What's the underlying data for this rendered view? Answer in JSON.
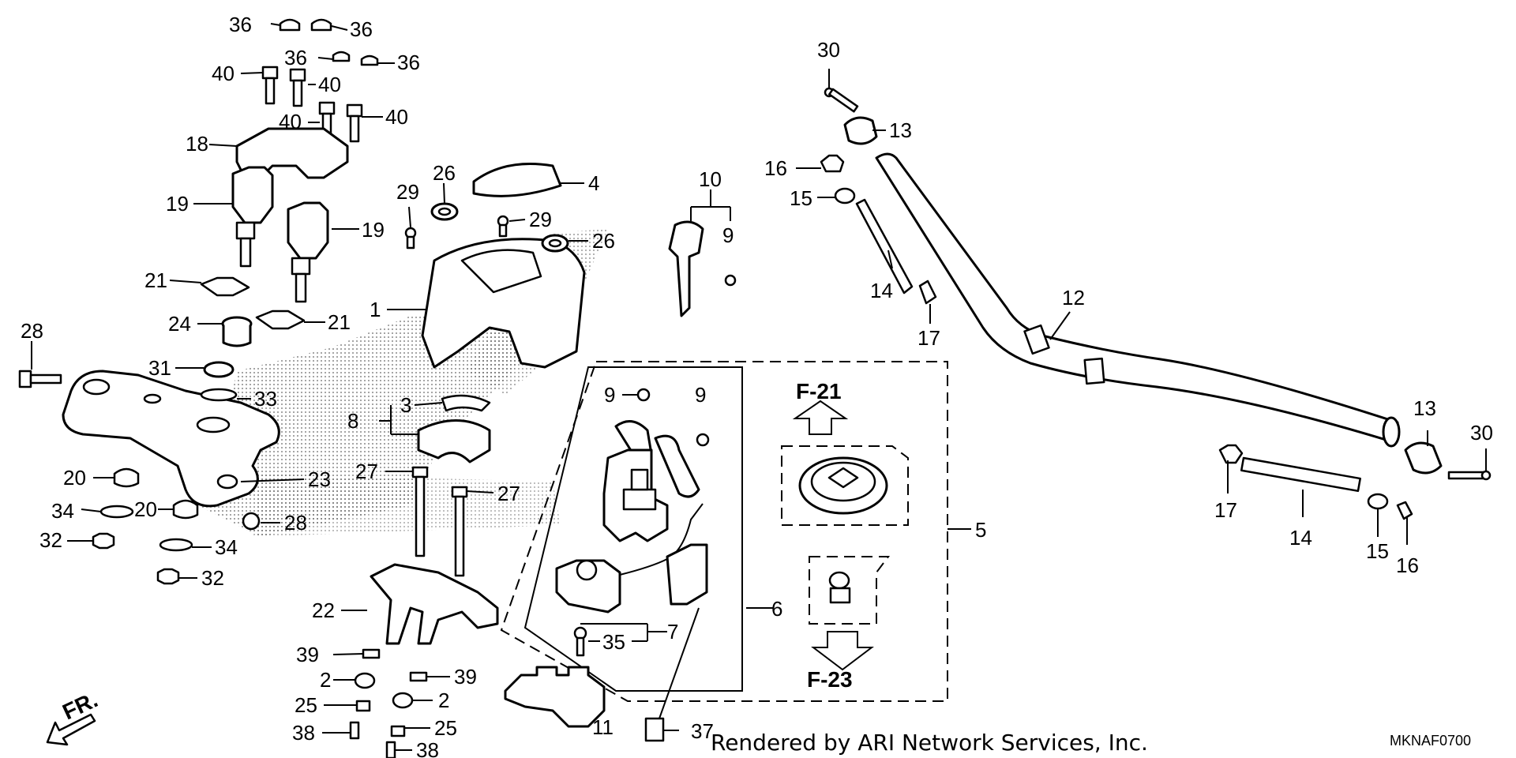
{
  "diagram": {
    "callouts": {
      "c36a": "36",
      "c36b": "36",
      "c36c": "36",
      "c36d": "36",
      "c40a": "40",
      "c40b": "40",
      "c40c": "40",
      "c40d": "40",
      "c18": "18",
      "c19a": "19",
      "c19b": "19",
      "c21a": "21",
      "c21b": "21",
      "c24": "24",
      "c28a": "28",
      "c28b": "28",
      "c31": "31",
      "c33": "33",
      "c20a": "20",
      "c20b": "20",
      "c34a": "34",
      "c34b": "34",
      "c32a": "32",
      "c32b": "32",
      "c23": "23",
      "c1": "1",
      "c26a": "26",
      "c26b": "26",
      "c29a": "29",
      "c29b": "29",
      "c4": "4",
      "c3": "3",
      "c8": "8",
      "c27a": "27",
      "c27b": "27",
      "c22": "22",
      "c39a": "39",
      "c39b": "39",
      "c2a": "2",
      "c2b": "2",
      "c25a": "25",
      "c25b": "25",
      "c38a": "38",
      "c38b": "38",
      "c10": "10",
      "c9a": "9",
      "c9b": "9",
      "c9c": "9",
      "c5": "5",
      "c6": "6",
      "c7": "7",
      "c35": "35",
      "c11": "11",
      "c37": "37",
      "c30a": "30",
      "c30b": "30",
      "c13a": "13",
      "c13b": "13",
      "c16a": "16",
      "c16b": "16",
      "c15a": "15",
      "c15b": "15",
      "c14a": "14",
      "c14b": "14",
      "c17a": "17",
      "c17b": "17",
      "c12": "12"
    },
    "ref_up": "F-21",
    "ref_down": "F-23",
    "front_label": "FR."
  },
  "footer": {
    "credit": "Rendered by ARI Network Services, Inc.",
    "code": "MKNAF0700"
  },
  "colors": {
    "line": "#000000",
    "background": "#ffffff"
  }
}
